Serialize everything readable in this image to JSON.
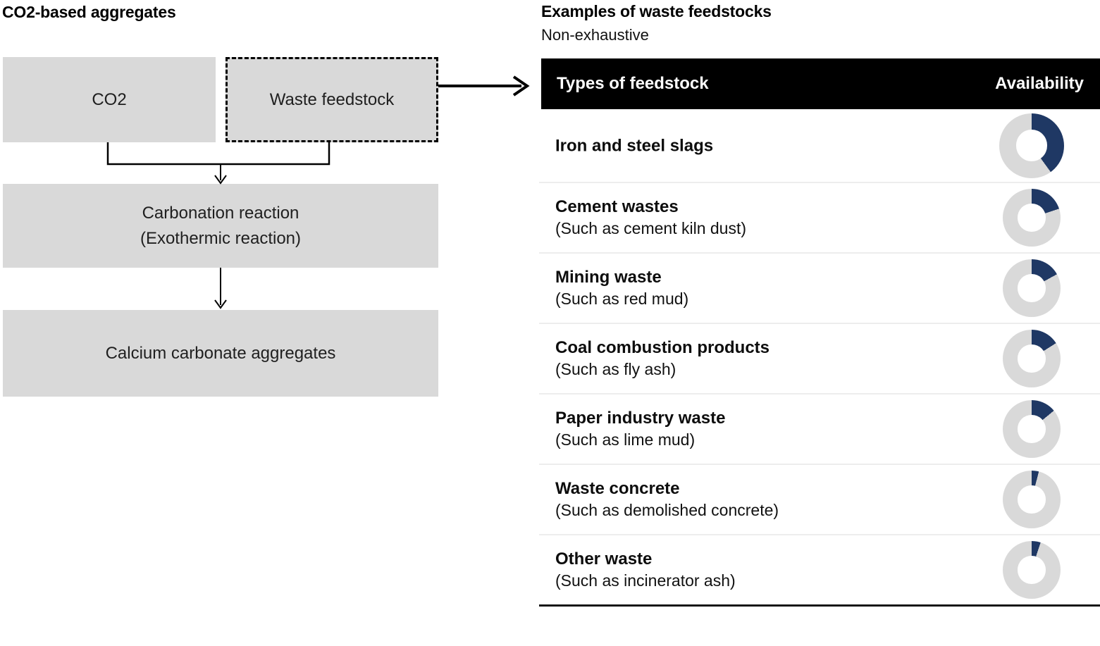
{
  "left_diagram": {
    "title": "CO2-based aggregates",
    "nodes": {
      "co2": "CO2",
      "waste_feedstock": "Waste feedstock",
      "carbonation_line1": "Carbonation reaction",
      "carbonation_line2": "(Exothermic reaction)",
      "calcium": "Calcium carbonate aggregates"
    }
  },
  "table": {
    "title": "Examples of waste feedstocks",
    "subtitle": "Non-exhaustive",
    "columns": [
      "Types of feedstock",
      "Availability"
    ],
    "availability_encoding": "donut_fill_fraction",
    "rows": [
      {
        "name": "Iron and steel slags",
        "example": "",
        "availability": 0.4
      },
      {
        "name": "Cement wastes",
        "example": "(Such as cement kiln dust)",
        "availability": 0.2
      },
      {
        "name": "Mining waste",
        "example": "(Such as red mud)",
        "availability": 0.17
      },
      {
        "name": "Coal combustion products",
        "example": "(Such as fly ash)",
        "availability": 0.16
      },
      {
        "name": "Paper industry waste",
        "example": "(Such as lime mud)",
        "availability": 0.14
      },
      {
        "name": "Waste concrete",
        "example": "(Such as demolished concrete)",
        "availability": 0.04
      },
      {
        "name": "Other waste",
        "example": "(Such as incinerator ash)",
        "availability": 0.05
      }
    ]
  },
  "chart_data": {
    "type": "pie",
    "variant": "donut-per-row",
    "title": "Availability",
    "categories": [
      "Iron and steel slags",
      "Cement wastes",
      "Mining waste",
      "Coal combustion products",
      "Paper industry waste",
      "Waste concrete",
      "Other waste"
    ],
    "values": [
      0.4,
      0.2,
      0.17,
      0.16,
      0.14,
      0.04,
      0.05
    ],
    "value_range": [
      0,
      1
    ]
  },
  "colors": {
    "donut_fill": "#1f3864",
    "donut_track": "#d9d9d9",
    "box_fill": "#d9d9d9",
    "header_bg": "#000000",
    "header_text": "#ffffff"
  }
}
